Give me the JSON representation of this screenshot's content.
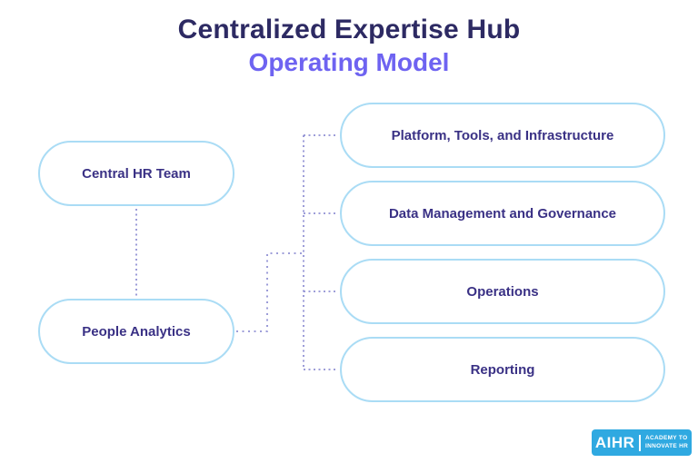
{
  "title": {
    "line1": "Centralized Expertise Hub",
    "line2": "Operating Model"
  },
  "diagram": {
    "left_nodes": [
      {
        "label": "Central HR Team"
      },
      {
        "label": "People Analytics"
      }
    ],
    "right_nodes": [
      {
        "label": "Platform, Tools, and Infrastructure"
      },
      {
        "label": "Data Management and Governance"
      },
      {
        "label": "Operations"
      },
      {
        "label": "Reporting"
      }
    ]
  },
  "logo": {
    "brand": "AIHR",
    "tagline_line1": "ACADEMY TO",
    "tagline_line2": "INNOVATE HR"
  },
  "colors": {
    "title_main": "#2d2a63",
    "title_sub": "#6e63f1",
    "node_border": "#aadcf5",
    "node_text": "#3a3185",
    "connector": "#9191d4",
    "logo_background": "#2fa9e1",
    "logo_text": "#ffffff",
    "page_background": "#ffffff"
  }
}
